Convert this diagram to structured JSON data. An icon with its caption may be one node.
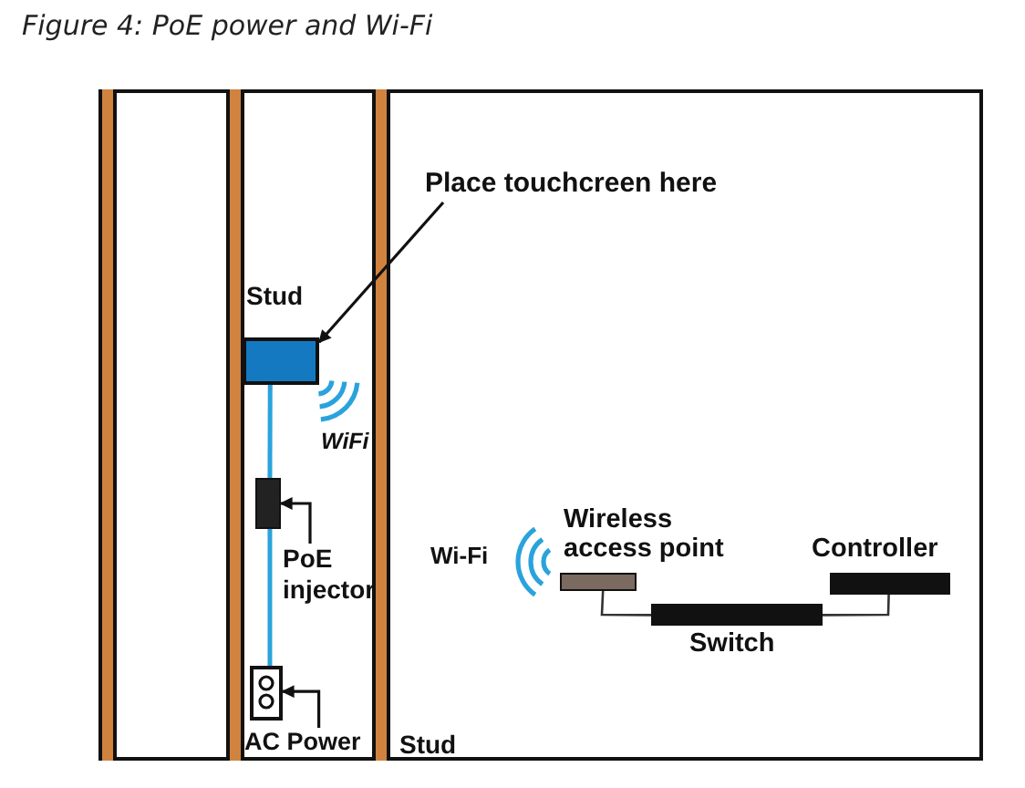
{
  "diagram": {
    "title": "Figure 4: PoE power and Wi-Fi",
    "nodes": [
      {
        "text": [],
        "shape": "box"
      },
      {
        "text": [
          "Place touchcreen here"
        ]
      },
      {
        "text": [],
        "shape": "box"
      },
      {
        "text": [
          "PoE injector"
        ]
      },
      {
        "text": [],
        "shape": "box"
      },
      {
        "text": [
          "AC Power"
        ]
      },
      {
        "text": [
          "Wireless access point"
        ]
      },
      {
        "text": [
          "Controller"
        ]
      },
      {
        "text": [
          "Switch"
        ]
      }
    ],
    "edges": [
      {
        "from": 1,
        "to": 0,
        "arrow": "to"
      },
      {
        "from": 3,
        "to": 2,
        "arrow": "to"
      },
      {
        "from": 5,
        "to": 4,
        "arrow": "to"
      },
      {
        "from": 0,
        "to": 2,
        "arrow": "none",
        "color": "#2aa3dc"
      },
      {
        "from": 2,
        "to": 4,
        "arrow": "none",
        "color": "#2aa3dc"
      },
      {
        "from": 6,
        "to": 8,
        "arrow": "none"
      },
      {
        "from": 8,
        "to": 7,
        "arrow": "none"
      }
    ],
    "labels": [
      "Stud",
      "WiFi",
      "Wi-Fi",
      "Stud"
    ]
  }
}
